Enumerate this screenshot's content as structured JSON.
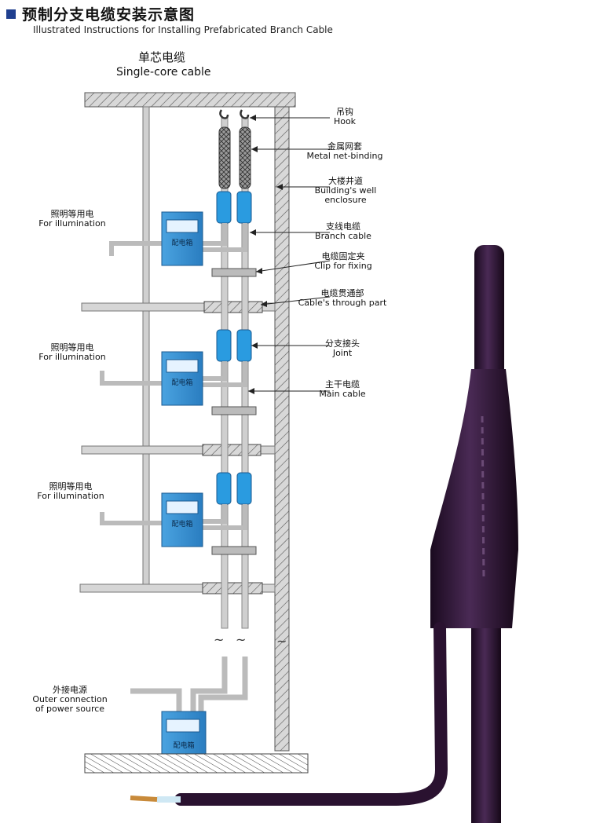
{
  "title": {
    "cn": "预制分支电缆安装示意图",
    "en": "Illustrated Instructions for Installing Prefabricated Branch Cable"
  },
  "top_label": {
    "cn": "单芯电缆",
    "en": "Single-core cable"
  },
  "labels": [
    {
      "key": "hook",
      "cn": "吊钩",
      "en": "Hook"
    },
    {
      "key": "metal_net",
      "cn": "金属网套",
      "en": "Metal net-binding"
    },
    {
      "key": "well",
      "cn": "大楼井道",
      "en": "Building's well",
      "en2": "enclosure"
    },
    {
      "key": "branch",
      "cn": "支线电缆",
      "en": "Branch cable"
    },
    {
      "key": "clip",
      "cn": "电缆固定夹",
      "en": "Clip for fixing"
    },
    {
      "key": "through",
      "cn": "电缆贯通部",
      "en": "Cable's through part"
    },
    {
      "key": "joint",
      "cn": "分支接头",
      "en": "Joint"
    },
    {
      "key": "main",
      "cn": "主干电缆",
      "en": "Main cable"
    }
  ],
  "illumination": [
    {
      "cn": "照明等用电",
      "en": "For illumination"
    },
    {
      "cn": "照明等用电",
      "en": "For illumination"
    },
    {
      "cn": "照明等用电",
      "en": "For illumination"
    }
  ],
  "power_source": {
    "cn": "外接电源",
    "en": "Outer connection",
    "en2": "of power source"
  },
  "box_label": "配电箱",
  "colors": {
    "accent": "#1f3f8f",
    "box": "#3a8fd0",
    "joint": "#2a9be0",
    "structure": "#c9c9c9",
    "cable_dark": "#2a1230"
  }
}
